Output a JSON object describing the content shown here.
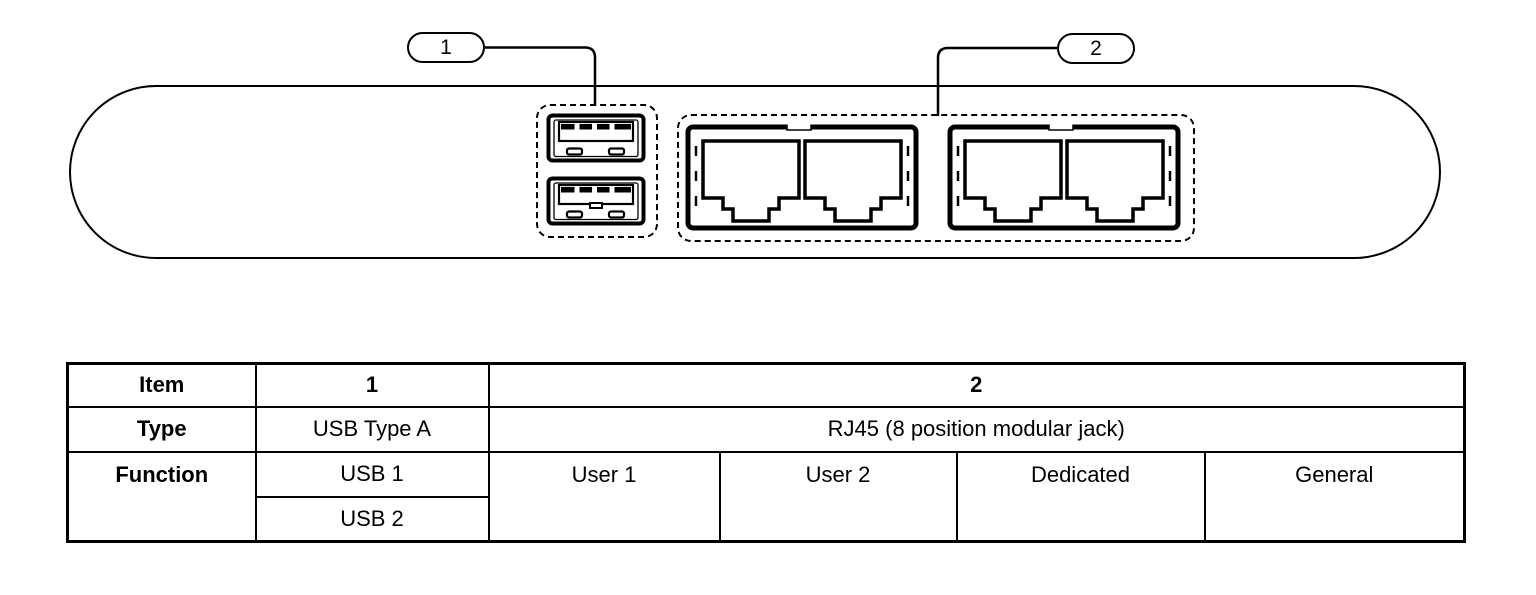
{
  "page": {
    "background_color": "#ffffff",
    "line_color": "#000000",
    "kind": "rear-panel port identification diagram with legend table"
  },
  "diagram": {
    "callouts": [
      {
        "number": "1"
      },
      {
        "number": "2"
      }
    ],
    "icons": [
      "usb-type-a-port-icon",
      "usb-type-a-port-icon",
      "rj45-dual-jack-icon",
      "rj45-dual-jack-icon"
    ]
  },
  "table": {
    "item": {
      "label": "Item",
      "c1": "1",
      "c2": "2"
    },
    "type": {
      "label": "Type",
      "c1": "USB Type A",
      "c2": "RJ45 (8 position modular jack)"
    },
    "function": {
      "label": "Function",
      "usb": [
        "USB 1",
        "USB 2"
      ],
      "rj45": [
        "User 1",
        "User 2",
        "Dedicated",
        "General"
      ]
    }
  }
}
